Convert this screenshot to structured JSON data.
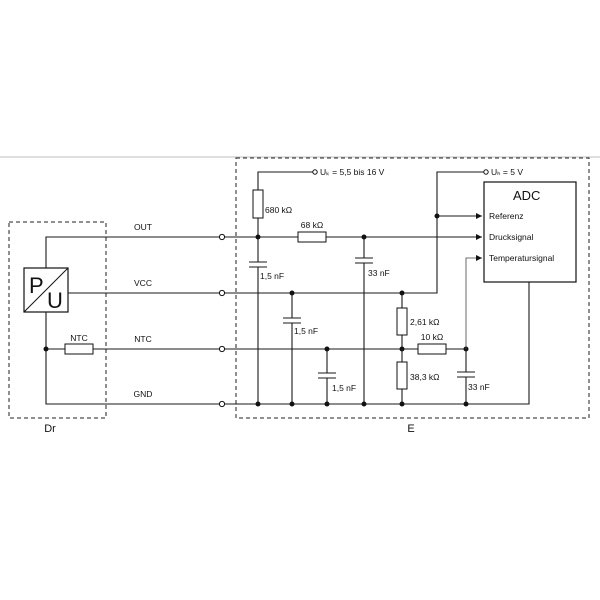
{
  "blocks": {
    "sensor": "Dr",
    "electronics": "E",
    "transducer_p": "P",
    "transducer_u": "U",
    "adc_title": "ADC"
  },
  "lines": {
    "out": "OUT",
    "vcc": "VCC",
    "ntc": "NTC",
    "gnd": "GND"
  },
  "ntc_resistor": "NTC",
  "supplies": {
    "us": "Uₖ = 5,5 bis 16 V",
    "ub": "Uₕ = 5 V"
  },
  "adc_inputs": [
    "Referenz",
    "Drucksignal",
    "Temperatursignal"
  ],
  "components": {
    "r_680k": "680 kΩ",
    "r_68k": "68 kΩ",
    "c_out": "1,5 nF",
    "c_33_upper": "33 nF",
    "c_vcc": "1,5 nF",
    "c_ntc": "1,5 nF",
    "r_261k": "2,61 kΩ",
    "r_10k": "10 kΩ",
    "r_383k": "38,3 kΩ",
    "c_33_lower": "33 nF"
  }
}
